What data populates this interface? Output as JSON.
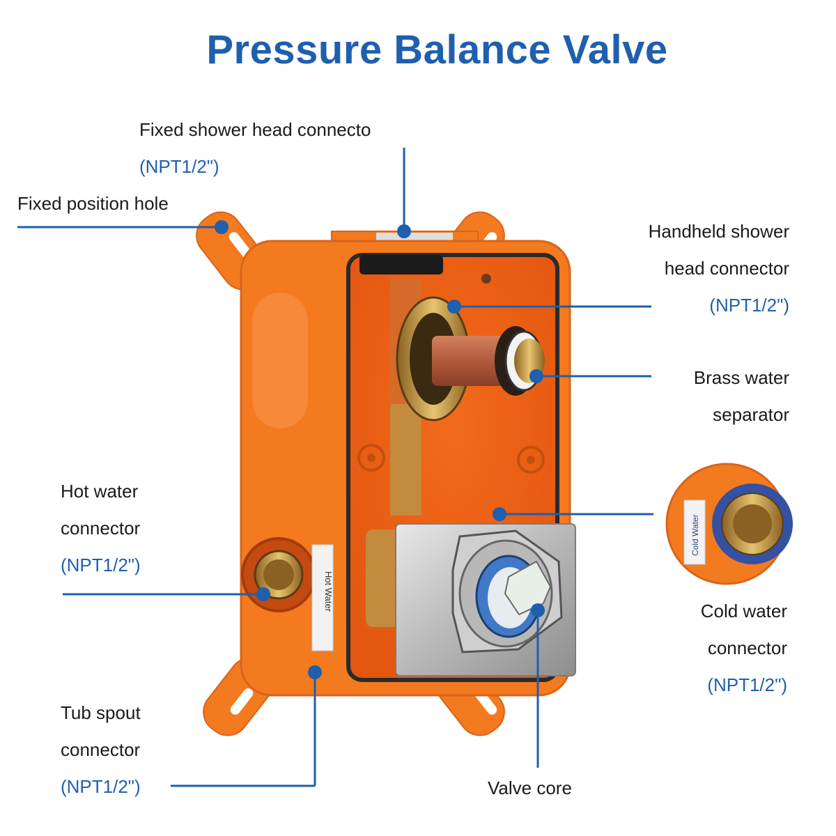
{
  "title": "Pressure Balance Valve",
  "labels": {
    "fixed_shower": {
      "line1": "Fixed shower head connecto",
      "spec": "(NPT1/2\")"
    },
    "fixed_hole": {
      "line1": "Fixed position hole"
    },
    "handheld": {
      "line1": "Handheld shower",
      "line2": "head connector",
      "spec": "(NPT1/2\")"
    },
    "brass": {
      "line1": "Brass water",
      "line2": "separator"
    },
    "hot": {
      "line1": "Hot water",
      "line2": "connector",
      "spec": "(NPT1/2\")"
    },
    "cold": {
      "line1": "Cold water",
      "line2": "connector",
      "spec": "(NPT1/2\")"
    },
    "tub": {
      "line1": "Tub spout",
      "line2": "connector",
      "spec": "(NPT1/2\")"
    },
    "valve_core": {
      "line1": "Valve core"
    }
  },
  "stickers": {
    "hot": "Hot Water",
    "cold": "Cold Water"
  },
  "colors": {
    "accent": "#1f5fae",
    "box": "#f47a1f",
    "brass": "#c9a04a",
    "steel": "#bcbcbc"
  }
}
